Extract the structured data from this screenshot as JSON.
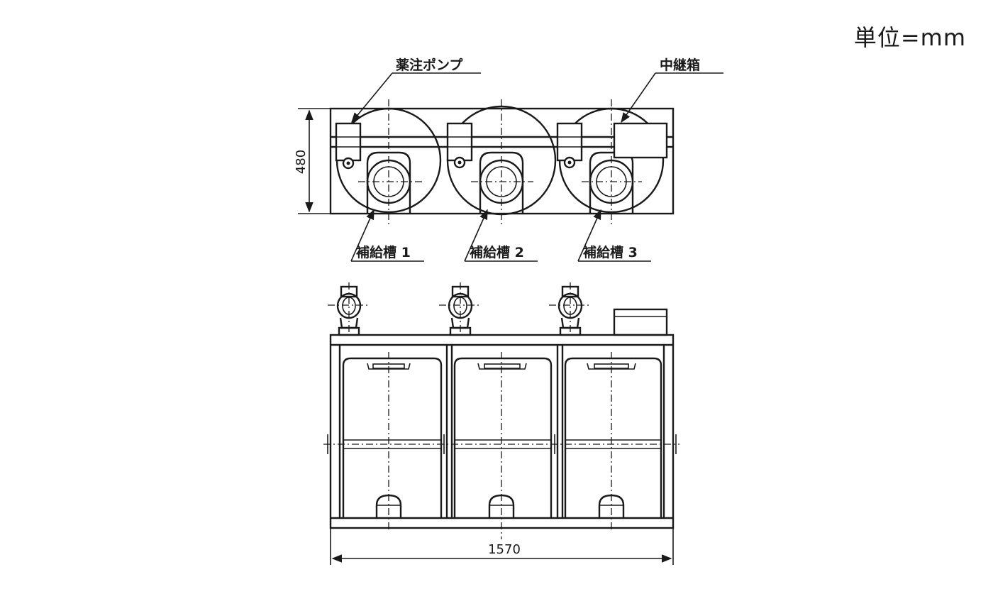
{
  "unit_label": "単位=mm",
  "labels": {
    "pump": "薬注ポンプ",
    "junction_box": "中継箱",
    "tank1": "補給槽 1",
    "tank2": "補給槽 2",
    "tank3": "補給槽 3"
  },
  "dimensions": {
    "depth": "480",
    "width": "1570"
  }
}
